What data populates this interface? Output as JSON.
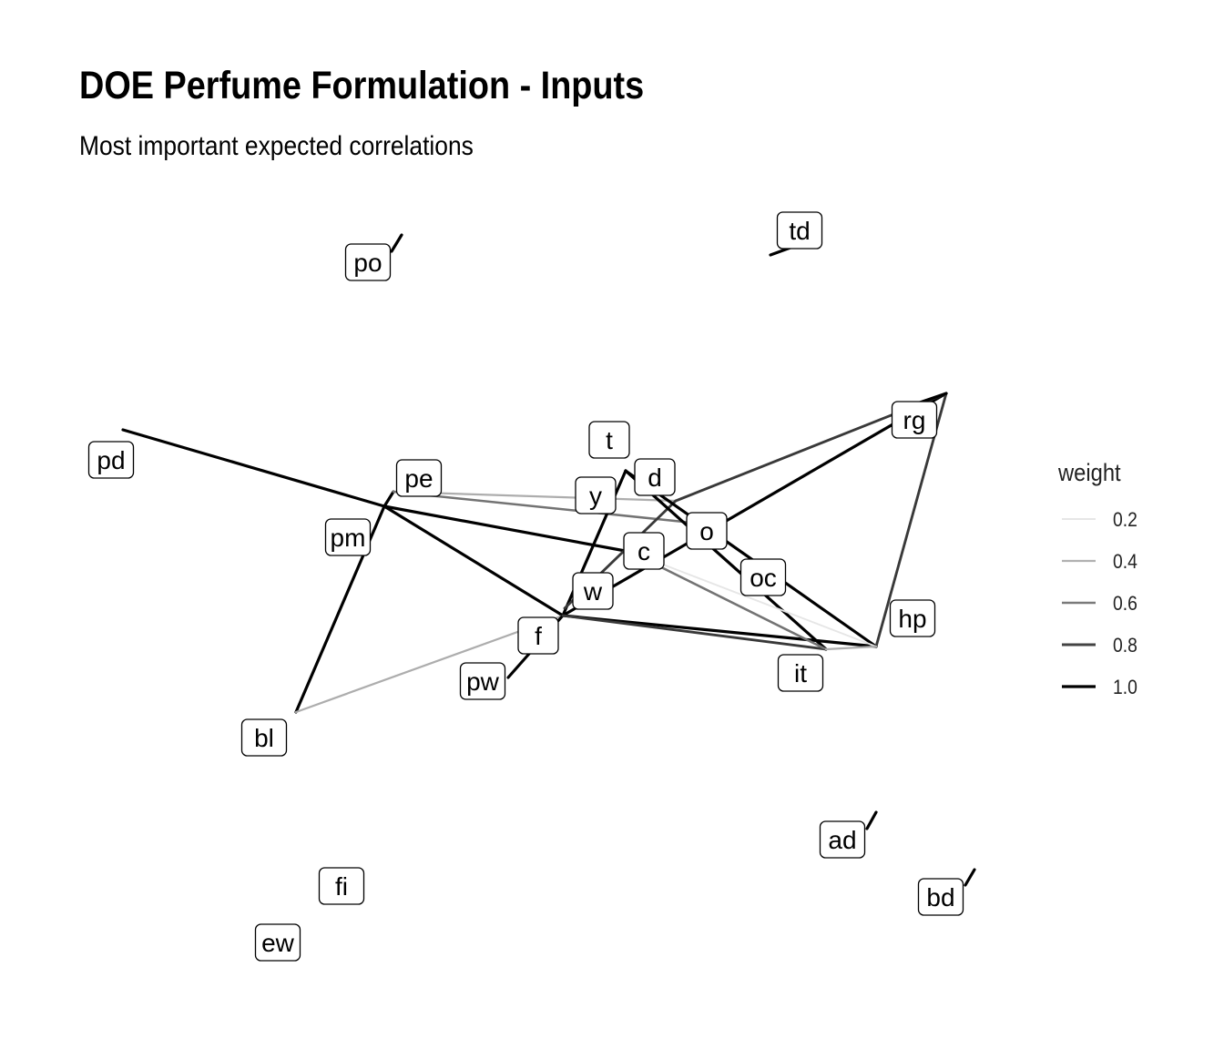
{
  "title": "DOE Perfume Formulation - Inputs",
  "subtitle": "Most important expected correlations",
  "legend": {
    "title": "weight",
    "entries": [
      {
        "label": "0.2",
        "value": 0.2,
        "color": "#e6e6e6"
      },
      {
        "label": "0.4",
        "value": 0.4,
        "color": "#b1b1b1"
      },
      {
        "label": "0.6",
        "value": 0.6,
        "color": "#7a7a7a"
      },
      {
        "label": "0.8",
        "value": 0.8,
        "color": "#434343"
      },
      {
        "label": "1.0",
        "value": 1.0,
        "color": "#000000"
      }
    ]
  },
  "nodes": [
    {
      "id": "pd",
      "label": "pd"
    },
    {
      "id": "po",
      "label": "po"
    },
    {
      "id": "td",
      "label": "td"
    },
    {
      "id": "pe",
      "label": "pe"
    },
    {
      "id": "pm",
      "label": "pm"
    },
    {
      "id": "t",
      "label": "t"
    },
    {
      "id": "y",
      "label": "y"
    },
    {
      "id": "d",
      "label": "d"
    },
    {
      "id": "c",
      "label": "c"
    },
    {
      "id": "o",
      "label": "o"
    },
    {
      "id": "oc",
      "label": "oc"
    },
    {
      "id": "rg",
      "label": "rg"
    },
    {
      "id": "w",
      "label": "w"
    },
    {
      "id": "f",
      "label": "f"
    },
    {
      "id": "pw",
      "label": "pw"
    },
    {
      "id": "hp",
      "label": "hp"
    },
    {
      "id": "it",
      "label": "it"
    },
    {
      "id": "bl",
      "label": "bl"
    },
    {
      "id": "ad",
      "label": "ad"
    },
    {
      "id": "bd",
      "label": "bd"
    },
    {
      "id": "fi",
      "label": "fi"
    },
    {
      "id": "ew",
      "label": "ew"
    }
  ],
  "edges": [
    {
      "from": "pd",
      "to": "pm",
      "weight": 1.0
    },
    {
      "from": "pm",
      "to": "c",
      "weight": 1.0
    },
    {
      "from": "pm",
      "to": "f",
      "weight": 1.0
    },
    {
      "from": "pm",
      "to": "pe",
      "weight": 1.0
    },
    {
      "from": "pm",
      "to": "bl",
      "weight": 1.0
    },
    {
      "from": "pe",
      "to": "d",
      "weight": 0.4
    },
    {
      "from": "pe",
      "to": "o",
      "weight": 0.6
    },
    {
      "from": "bl",
      "to": "f",
      "weight": 0.4
    },
    {
      "from": "f",
      "to": "pw",
      "weight": 1.0
    },
    {
      "from": "f",
      "to": "t",
      "weight": 1.0
    },
    {
      "from": "f",
      "to": "rg",
      "weight": 1.0
    },
    {
      "from": "f",
      "to": "hp",
      "weight": 1.0
    },
    {
      "from": "f",
      "to": "it",
      "weight": 0.8
    },
    {
      "from": "w",
      "to": "d",
      "weight": 0.8
    },
    {
      "from": "d",
      "to": "rg",
      "weight": 0.8
    },
    {
      "from": "t",
      "to": "it",
      "weight": 1.0
    },
    {
      "from": "t",
      "to": "hp",
      "weight": 1.0
    },
    {
      "from": "rg",
      "to": "hp",
      "weight": 0.8
    },
    {
      "from": "c",
      "to": "it",
      "weight": 0.6
    },
    {
      "from": "c",
      "to": "hp",
      "weight": 0.2
    },
    {
      "from": "it",
      "to": "hp",
      "weight": 0.4
    },
    {
      "from": "po",
      "to": "po-stub",
      "weight": 1.0
    },
    {
      "from": "td",
      "to": "td-stub",
      "weight": 1.0
    },
    {
      "from": "ad",
      "to": "ad-stub",
      "weight": 1.0
    },
    {
      "from": "bd",
      "to": "bd-stub",
      "weight": 1.0
    },
    {
      "from": "rg",
      "to": "rg-stub",
      "weight": 1.0
    }
  ]
}
